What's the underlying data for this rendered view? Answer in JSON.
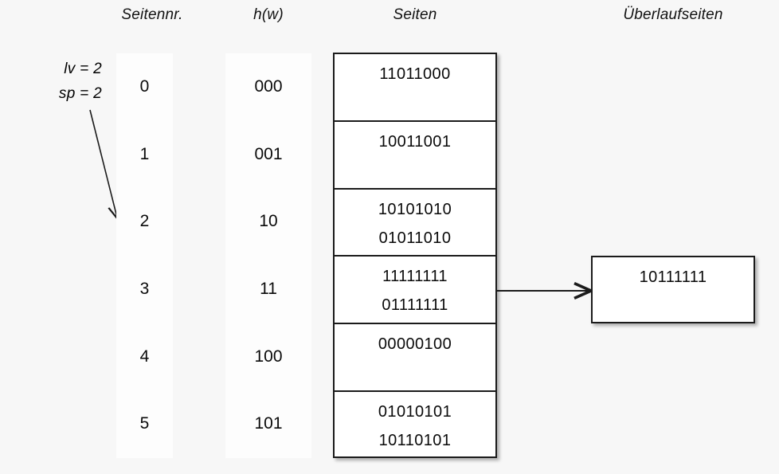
{
  "headers": {
    "seitennr": "Seitennr.",
    "hw": "h(w)",
    "seiten": "Seiten",
    "overflow": "Überlaufseiten"
  },
  "params": {
    "lv": "lv = 2",
    "sp": "sp = 2"
  },
  "rows": [
    {
      "seitennr": "0",
      "hw": "000"
    },
    {
      "seitennr": "1",
      "hw": "001"
    },
    {
      "seitennr": "2",
      "hw": "10"
    },
    {
      "seitennr": "3",
      "hw": "11"
    },
    {
      "seitennr": "4",
      "hw": "100"
    },
    {
      "seitennr": "5",
      "hw": "101"
    }
  ],
  "pages": [
    {
      "line1": "11011000",
      "line2": ""
    },
    {
      "line1": "10011001",
      "line2": ""
    },
    {
      "line1": "10101010",
      "line2": "01011010"
    },
    {
      "line1": "11111111",
      "line2": "01111111"
    },
    {
      "line1": "00000100",
      "line2": ""
    },
    {
      "line1": "01010101",
      "line2": "10110101"
    }
  ],
  "overflow_pages": [
    {
      "line1": "10111111"
    }
  ],
  "colors": {
    "background": "#f7f7f7",
    "column_fill": "#fdfdfd",
    "box_fill": "#ffffff",
    "stroke": "#1b1b1b",
    "text": "#0a0a0a"
  }
}
